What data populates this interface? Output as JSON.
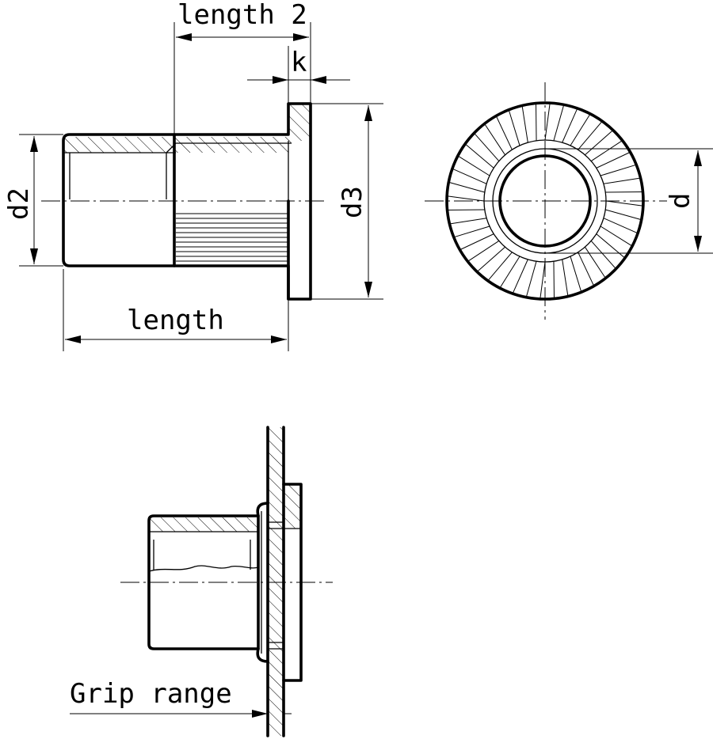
{
  "labels": {
    "length2": "length 2",
    "k": "k",
    "d2": "d2",
    "d3": "d3",
    "d": "d",
    "length": "length",
    "grip_range": "Grip range"
  }
}
